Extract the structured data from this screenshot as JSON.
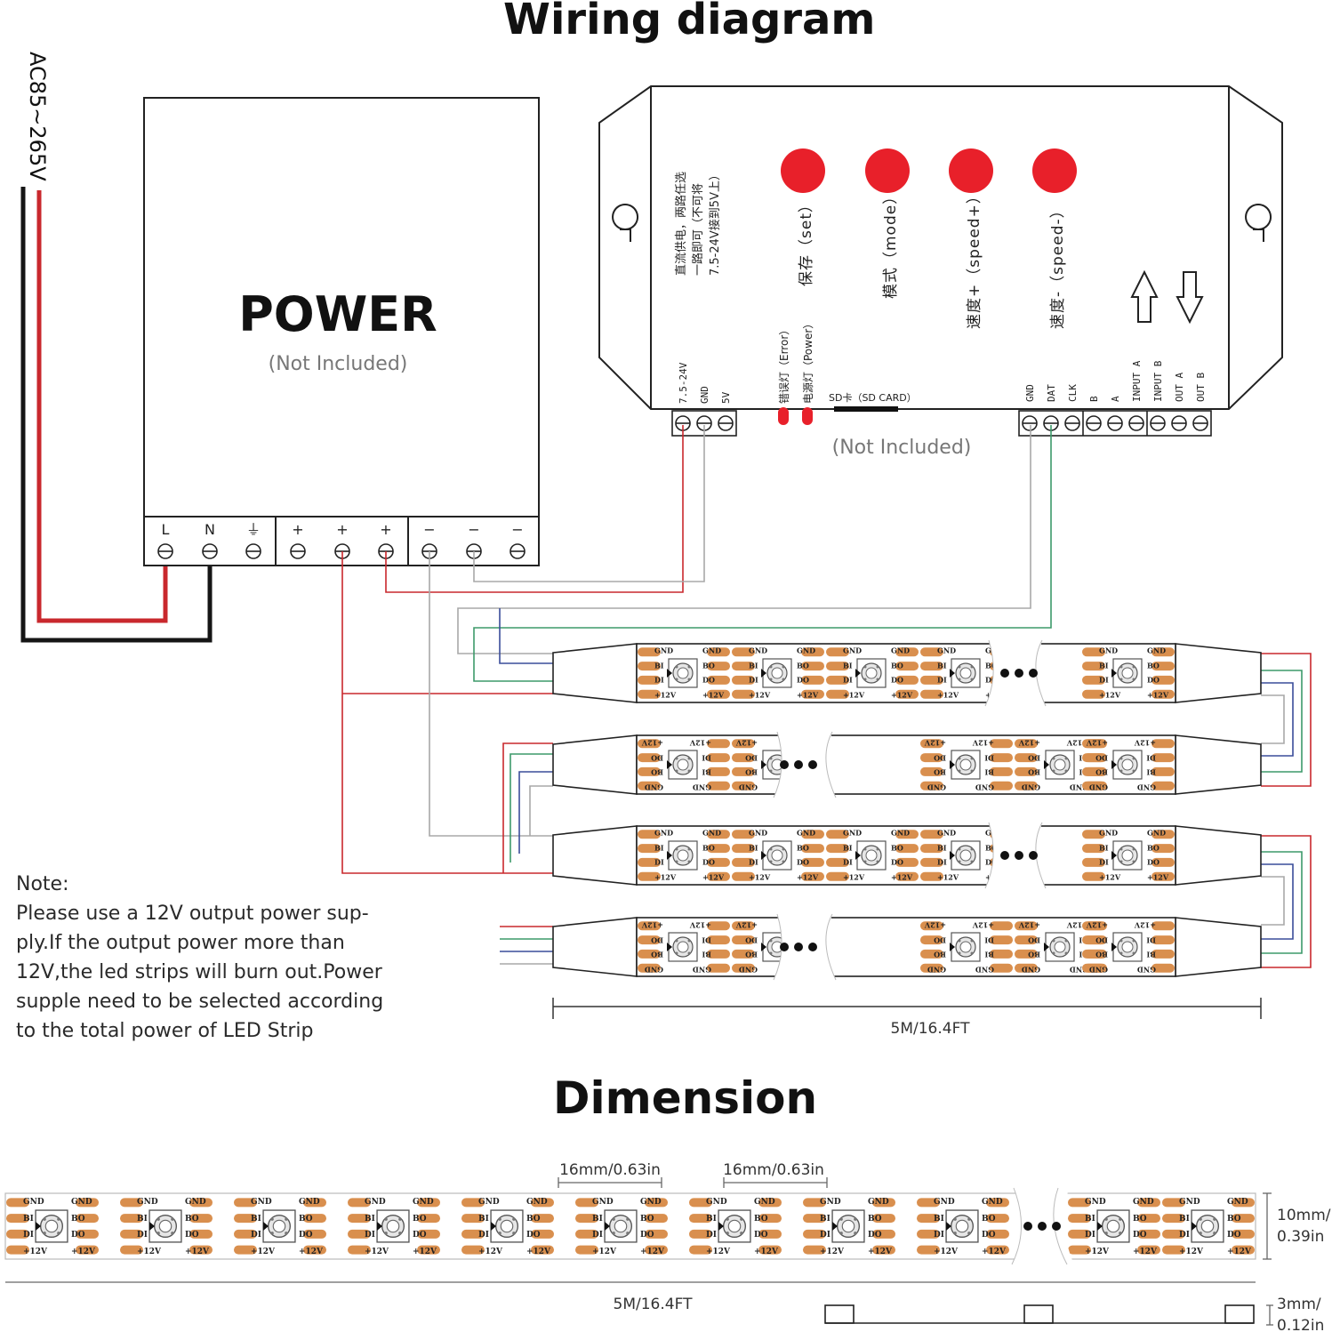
{
  "titles": {
    "wiring": "Wiring diagram",
    "dimension": "Dimension"
  },
  "input_voltage": "AC85~265V",
  "power_supply": {
    "label": "POWER",
    "sub": "(Not Included)",
    "terminals": [
      "L",
      "N",
      "⏚",
      "+",
      "+",
      "+",
      "−",
      "−",
      "−"
    ]
  },
  "controller": {
    "side_note": [
      "直流供电，两路任选",
      "一路即可（不可将",
      "7.5-24V接到5V上）"
    ],
    "buttons": [
      "保存（set）",
      "模式（mode）",
      "速度+（speed+）",
      "速度-（speed-）"
    ],
    "indicators": [
      "错误灯（Error）",
      "电源灯（Power）"
    ],
    "power_terminals": [
      "7.5-24V",
      "GND",
      "5V"
    ],
    "sd_slot": "SD卡（SD CARD）",
    "sd_note": "(Not Included)",
    "signal_terminals": [
      "GND",
      "DAT",
      "CLK",
      "B",
      "A",
      "INPUT A",
      "INPUT B",
      "OUT A",
      "OUT B"
    ]
  },
  "strip_pads": {
    "gnd": "GND",
    "bi": "BI",
    "di": "DI",
    "bo": "BO",
    "do": "DO",
    "v12": "+12V"
  },
  "strip_length_label": "5M/16.4FT",
  "note": {
    "title": "Note:",
    "lines": [
      "Please use a 12V output power sup-",
      "ply.If the output power more than",
      "12V,the led strips will burn out.Power",
      "supple need to be selected according",
      "to the total power of LED Strip"
    ]
  },
  "dimension": {
    "pitch_1": "16mm/0.63in",
    "pitch_2": "16mm/0.63in",
    "width_line1": "10mm/",
    "width_line2": "0.39in",
    "length": "5M/16.4FT",
    "thick_line1": "3mm/",
    "thick_line2": "0.12in"
  },
  "colors": {
    "red": "#c9282d",
    "green": "#3d9a6a",
    "blue": "#3a4d9a",
    "gray": "#a8a8a8",
    "pad": "#d98f4e",
    "button": "#e8202a",
    "black": "#151515"
  }
}
